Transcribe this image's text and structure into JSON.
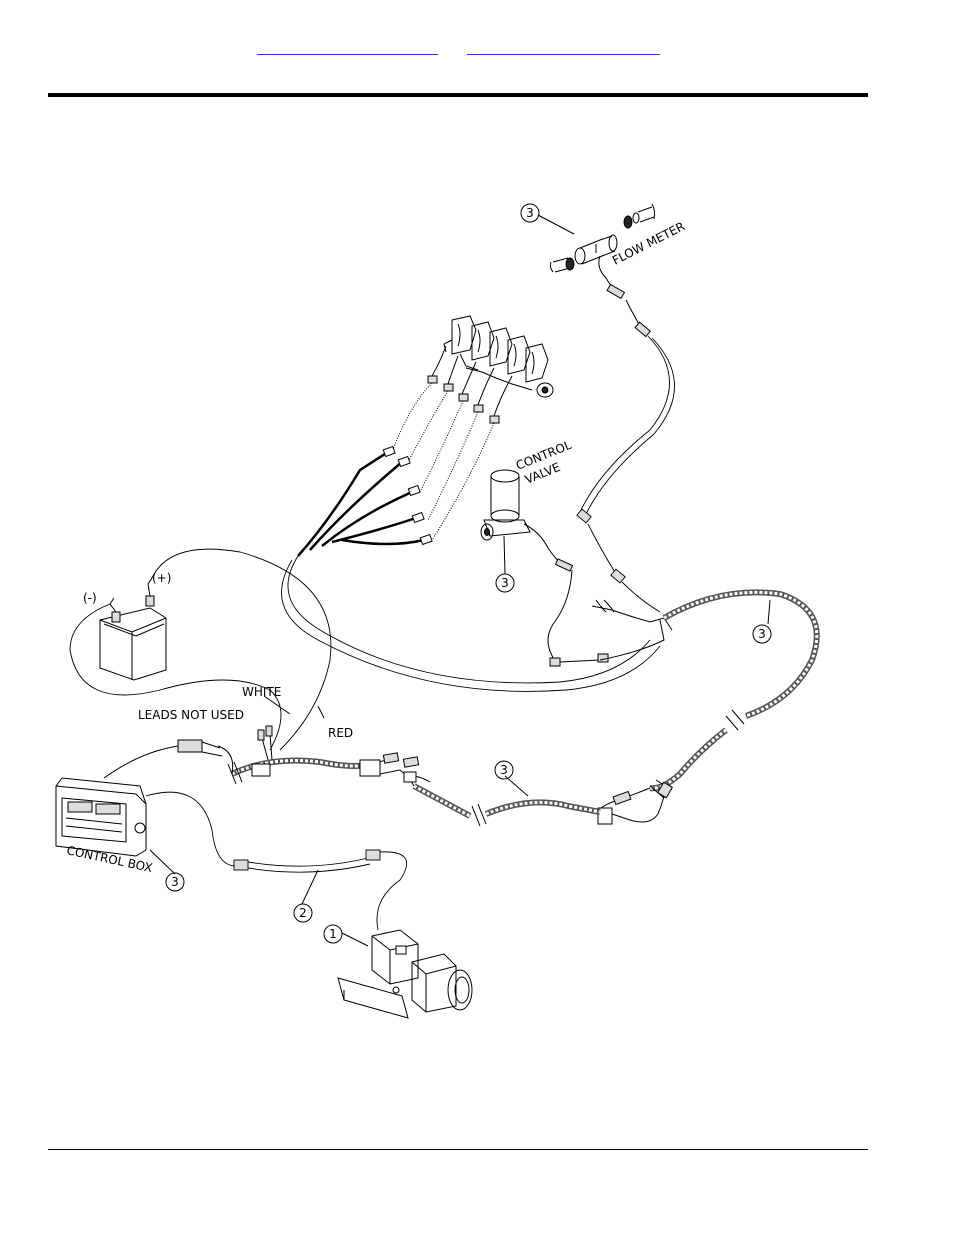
{
  "header": {
    "link_1": "",
    "link_2": ""
  },
  "diagram": {
    "labels": {
      "flow_meter": "FLOW METER",
      "control_valve_1": "CONTROL",
      "control_valve_2": "VALVE",
      "negative": "(-)",
      "positive": "(+)",
      "white": "WHITE",
      "leads_not_used": "LEADS NOT USED",
      "red": "RED",
      "control_box": "CONTROL BOX"
    },
    "callouts": {
      "flow_meter": "3",
      "control_valve": "3",
      "harness_right": "3",
      "harness_middle": "3",
      "control_box": "3",
      "cable": "2",
      "switch": "1"
    }
  }
}
